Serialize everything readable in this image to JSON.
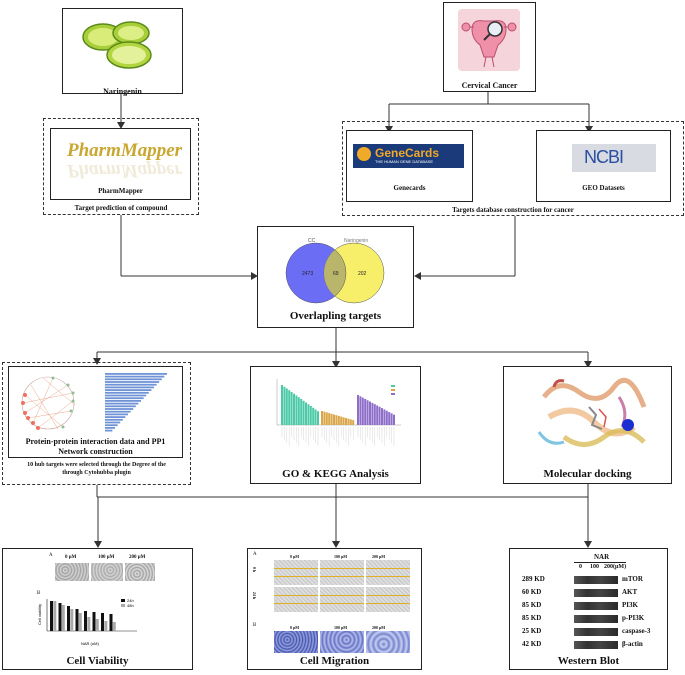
{
  "naringenin": {
    "label": "Naringenin"
  },
  "cervical": {
    "label": "Cervical Cancer"
  },
  "pharmmapper": {
    "logo_text": "PharmMapper",
    "label": "PharmMapper",
    "caption": "Target prediction of compound"
  },
  "genecards": {
    "logo_text": "GeneCards",
    "logo_sub": "THE HUMAN GENE DATABASE",
    "label": "Genecards"
  },
  "geo": {
    "logo_text": "NCBI",
    "label": "GEO Datasets"
  },
  "db_caption": "Targets database construction for cancer",
  "venn": {
    "left_name": "CC",
    "right_name": "Naringenin",
    "left_count": "2473",
    "overlap_count": "69",
    "right_count": "202",
    "label": "Overlapling targets"
  },
  "ppi": {
    "label_line1": "Protein-protein interaction data and PP1",
    "label_line2": "Network construction",
    "caption_line1": "10 hub targets were selected through the Degree of the",
    "caption_line2": "through  Cytohubba plugin"
  },
  "gokegg": {
    "label": "GO & KEGG Analysis"
  },
  "docking": {
    "label": "Molecular docking"
  },
  "viability": {
    "label": "Cell Viability",
    "panel_a": "A",
    "panel_b": "B",
    "conc": [
      "0 μM",
      "100 μM",
      "200 μM"
    ],
    "legend": [
      "24h",
      "48h"
    ],
    "ylabel": "Cell viability",
    "xlabel": "NAR (uM)"
  },
  "migration": {
    "label": "Cell Migration",
    "panel_a": "A",
    "panel_b": "B",
    "conc": [
      "0 μM",
      "100 μM",
      "200 μM"
    ],
    "rows": [
      "0 h",
      "24 h"
    ]
  },
  "western": {
    "label": "Western Blot",
    "header": "NAR",
    "conc": [
      "0",
      "100",
      "200(μM)"
    ],
    "rows": [
      {
        "kd": "289 KD",
        "protein": "mTOR"
      },
      {
        "kd": "60 KD",
        "protein": "AKT"
      },
      {
        "kd": "85 KD",
        "protein": "PI3K"
      },
      {
        "kd": "85 KD",
        "protein": "p-PI3K"
      },
      {
        "kd": "25 KD",
        "protein": "caspase-3"
      },
      {
        "kd": "42 KD",
        "protein": "β-actin"
      }
    ]
  },
  "colors": {
    "venn_left": "#6b6ef5",
    "venn_right": "#f7ef6a",
    "venn_overlap": "#b9b56a",
    "go_green": "#4cc9a6",
    "go_orange": "#d9a64a",
    "go_purple": "#8d6ec9"
  }
}
